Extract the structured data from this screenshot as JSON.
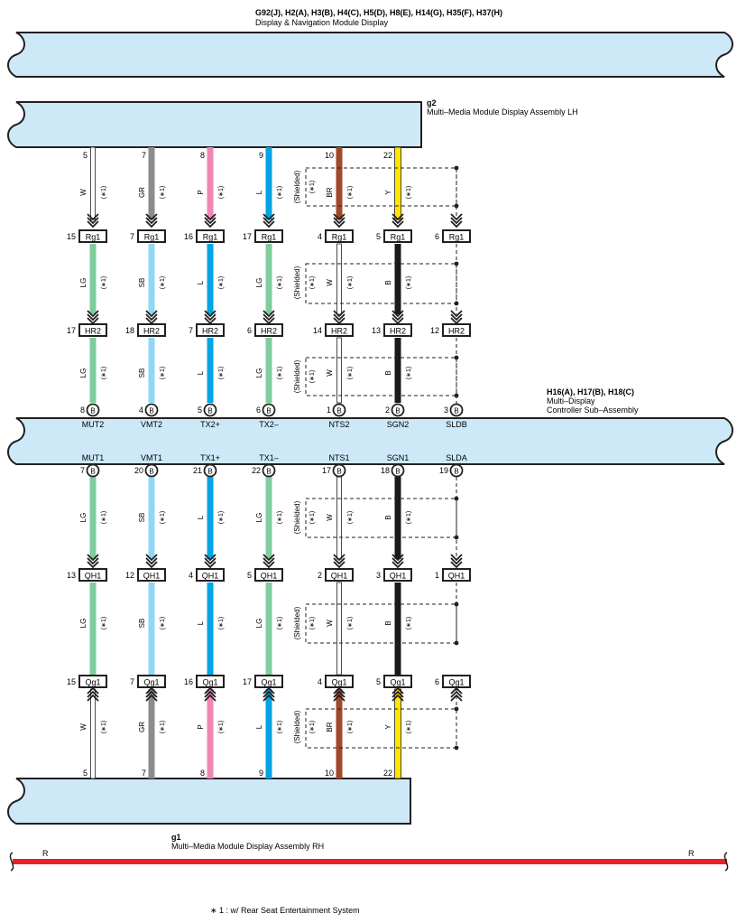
{
  "modules": {
    "display_nav": {
      "title": "G92(J), H2(A), H3(B), H4(C), H5(D), H8(E), H14(G), H35(F), H37(H)",
      "subtitle": "Display & Navigation Module Display"
    },
    "mm_lh": {
      "code": "g2",
      "name": "Multi–Media Module Display Assembly LH"
    },
    "mdc": {
      "title": "H16(A), H17(B), H18(C)",
      "line1": "Multi–Display",
      "line2": "Controller Sub–Assembly"
    },
    "mm_rh": {
      "code": "g1",
      "name": "Multi–Media Module Display Assembly RH"
    }
  },
  "power_wire": {
    "left_label": "R",
    "right_label": "R",
    "color": "#e8202a"
  },
  "footnote": "∗ 1 : w/ Rear Seat Entertainment System",
  "shield_label": "(Shielded)",
  "option_mark": "(∗1)",
  "colors": {
    "W": "#ffffff",
    "GR": "#8a8c8e",
    "P": "#ee86b6",
    "L": "#00a6e4",
    "LG": "#7fcd9d",
    "SB": "#8fd7f5",
    "BR": "#a0482a",
    "Y": "#ffe500",
    "B": "#1a1a1a",
    "module_fill": "#cde9f8",
    "outline": "#231f20"
  },
  "columns": [
    {
      "lh_pin": "5",
      "seg1": "W",
      "rg1": "15",
      "seg2": "LG",
      "hr2": "17",
      "seg3": "LG",
      "b_top": "8",
      "sig_top": "MUT2",
      "sig_bot": "MUT1",
      "b_bot": "7",
      "seg4": "LG",
      "qh1": "13",
      "seg5": "LG",
      "qg1": "15",
      "seg6": "W",
      "rh_pin": "5"
    },
    {
      "lh_pin": "7",
      "seg1": "GR",
      "rg1": "7",
      "seg2": "SB",
      "hr2": "18",
      "seg3": "SB",
      "b_top": "4",
      "sig_top": "VMT2",
      "sig_bot": "VMT1",
      "b_bot": "20",
      "seg4": "SB",
      "qh1": "12",
      "seg5": "SB",
      "qg1": "7",
      "seg6": "GR",
      "rh_pin": "7"
    },
    {
      "lh_pin": "8",
      "seg1": "P",
      "rg1": "16",
      "seg2": "L",
      "hr2": "7",
      "seg3": "L",
      "b_top": "5",
      "sig_top": "TX2+",
      "sig_bot": "TX1+",
      "b_bot": "21",
      "seg4": "L",
      "qh1": "4",
      "seg5": "L",
      "qg1": "16",
      "seg6": "P",
      "rh_pin": "8"
    },
    {
      "lh_pin": "9",
      "seg1": "L",
      "rg1": "17",
      "seg2": "LG",
      "hr2": "6",
      "seg3": "LG",
      "b_top": "6",
      "sig_top": "TX2–",
      "sig_bot": "TX1–",
      "b_bot": "22",
      "seg4": "LG",
      "qh1": "5",
      "seg5": "LG",
      "qg1": "17",
      "seg6": "L",
      "rh_pin": "9"
    },
    {
      "lh_pin": "10",
      "seg1": "BR",
      "rg1": "4",
      "seg2": "W",
      "hr2": "14",
      "seg3": "W",
      "b_top": "1",
      "sig_top": "NTS2",
      "sig_bot": "NTS1",
      "b_bot": "17",
      "seg4": "W",
      "qh1": "2",
      "seg5": "W",
      "qg1": "4",
      "seg6": "BR",
      "rh_pin": "10"
    },
    {
      "lh_pin": "22",
      "seg1": "Y",
      "rg1": "5",
      "seg2": "B",
      "hr2": "13",
      "seg3": "B",
      "b_top": "2",
      "sig_top": "SGN2",
      "sig_bot": "SGN1",
      "b_bot": "18",
      "seg4": "B",
      "qh1": "3",
      "seg5": "B",
      "qg1": "5",
      "seg6": "Y",
      "rh_pin": "22"
    },
    {
      "lh_pin": "",
      "seg1": "",
      "rg1": "6",
      "seg2": "",
      "hr2": "12",
      "seg3": "",
      "b_top": "3",
      "sig_top": "SLDB",
      "sig_bot": "SLDA",
      "b_bot": "19",
      "seg4": "",
      "qh1": "1",
      "seg5": "",
      "qg1": "6",
      "seg6": "",
      "rh_pin": ""
    }
  ],
  "connectors": {
    "rg1": "Rg1",
    "hr2": "HR2",
    "qh1": "QH1",
    "qg1": "Qg1",
    "b": "B"
  }
}
